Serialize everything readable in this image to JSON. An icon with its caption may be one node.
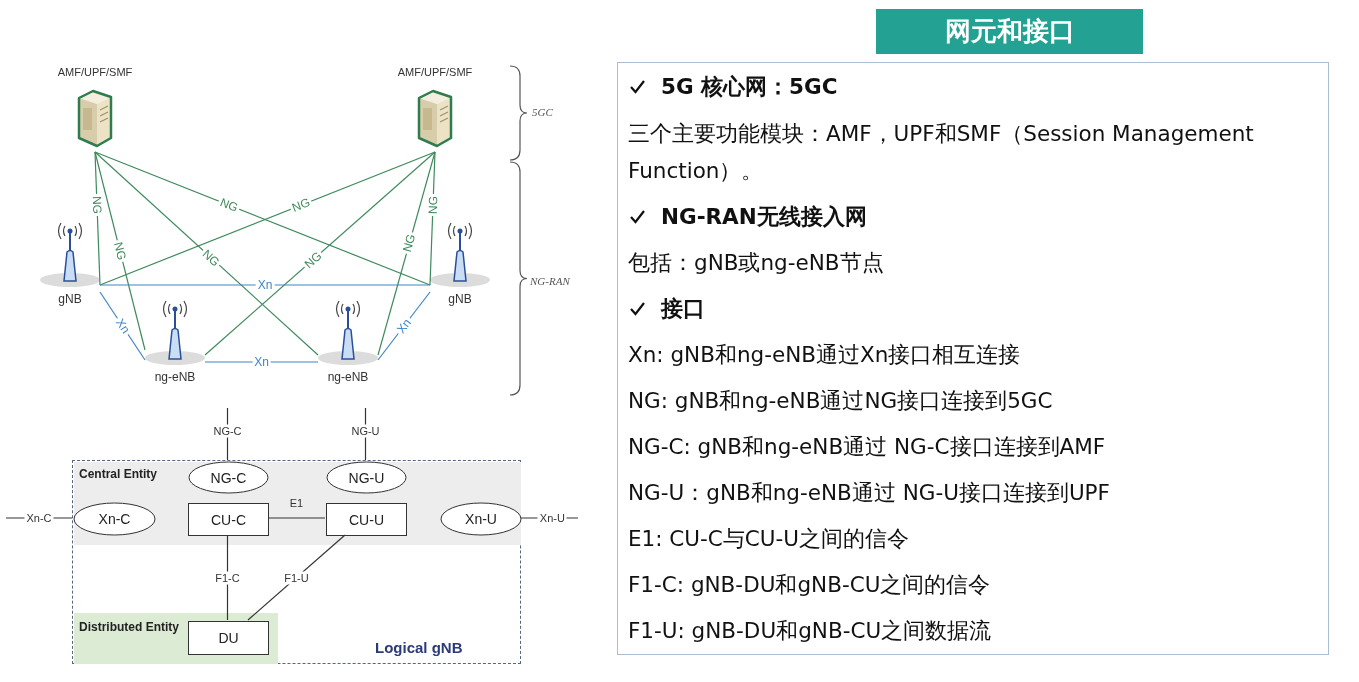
{
  "diagram": {
    "title": "网元和接口",
    "nodes": [
      {
        "text": [
          "AMF/UPF/SMF"
        ]
      },
      {
        "text": [
          "AMF/UPF/SMF"
        ]
      },
      {
        "text": [
          "gNB"
        ]
      },
      {
        "text": [
          "gNB"
        ]
      },
      {
        "text": [
          "ng-eNB"
        ]
      },
      {
        "text": [
          "ng-eNB"
        ]
      },
      {
        "text": [
          "Logical gNB"
        ]
      },
      {
        "text": [
          "Central Entity"
        ],
        "in": 6
      },
      {
        "text": [
          "Distributed Entity"
        ],
        "in": 6
      },
      {
        "text": [
          "NG-C"
        ],
        "in": 7
      },
      {
        "text": [
          "NG-U"
        ],
        "in": 7
      },
      {
        "text": [
          "Xn-C"
        ],
        "in": 7
      },
      {
        "text": [
          "CU-C"
        ],
        "in": 7
      },
      {
        "text": [
          "CU-U"
        ],
        "in": 7
      },
      {
        "text": [
          "Xn-U"
        ],
        "in": 7
      },
      {
        "text": [
          "DU"
        ],
        "in": 8
      },
      {
        "text": [
          "5G 核心网：5GC",
          "三个主要功能模块：AMF，UPF和SMF（Session Management Function）。",
          "NG-RAN无线接入网",
          "包括：gNB或ng-eNB节点",
          "接口",
          "Xn: gNB和ng-eNB通过Xn接口相互连接",
          "NG: gNB和ng-eNB通过NG接口连接到5GC",
          "NG-C: gNB和ng-eNB通过 NG-C接口连接到AMF",
          "NG-U：gNB和ng-eNB通过 NG-U接口连接到UPF",
          "E1: CU-C与CU-U之间的信令",
          "F1-C: gNB-DU和gNB-CU之间的信令",
          "F1-U: gNB-DU和gNB-CU之间数据流"
        ]
      }
    ],
    "edges": [
      {
        "from": 0,
        "to": 2,
        "arrow": "none",
        "label": "NG"
      },
      {
        "from": 0,
        "to": 4,
        "arrow": "none",
        "label": "NG"
      },
      {
        "from": 0,
        "to": 5,
        "arrow": "none",
        "label": "NG"
      },
      {
        "from": 0,
        "to": 3,
        "arrow": "none",
        "label": "NG"
      },
      {
        "from": 1,
        "to": 3,
        "arrow": "none",
        "label": "NG"
      },
      {
        "from": 1,
        "to": 5,
        "arrow": "none",
        "label": "NG"
      },
      {
        "from": 1,
        "to": 4,
        "arrow": "none",
        "label": "NG"
      },
      {
        "from": 1,
        "to": 2,
        "arrow": "none",
        "label": "NG"
      },
      {
        "from": 2,
        "to": 3,
        "arrow": "none",
        "label": "Xn",
        "color": "#3f86c6"
      },
      {
        "from": 2,
        "to": 4,
        "arrow": "none",
        "label": "Xn",
        "color": "#3f86c6"
      },
      {
        "from": 4,
        "to": 5,
        "arrow": "none",
        "label": "Xn",
        "color": "#3f86c6"
      },
      {
        "from": 5,
        "to": 3,
        "arrow": "none",
        "label": "Xn",
        "color": "#3f86c6"
      },
      {
        "from": null,
        "to": 9,
        "arrow": "none",
        "label": "NG-C",
        "color": "#333333"
      },
      {
        "from": null,
        "to": 10,
        "arrow": "none",
        "label": "NG-U",
        "color": "#333333"
      },
      {
        "from": null,
        "to": 11,
        "arrow": "none",
        "label": "Xn-C",
        "color": "#333333"
      },
      {
        "from": 14,
        "to": null,
        "arrow": "none",
        "label": "Xn-U",
        "color": "#333333"
      },
      {
        "from": 12,
        "to": 13,
        "arrow": "none",
        "label": "E1",
        "color": "#333333"
      },
      {
        "from": 12,
        "to": 15,
        "arrow": "none",
        "label": "F1-C",
        "color": "#333333"
      },
      {
        "from": 13,
        "to": 15,
        "arrow": "none",
        "label": "F1-U",
        "color": "#333333"
      }
    ],
    "labels": [
      "5GC",
      "NG-RAN"
    ]
  }
}
